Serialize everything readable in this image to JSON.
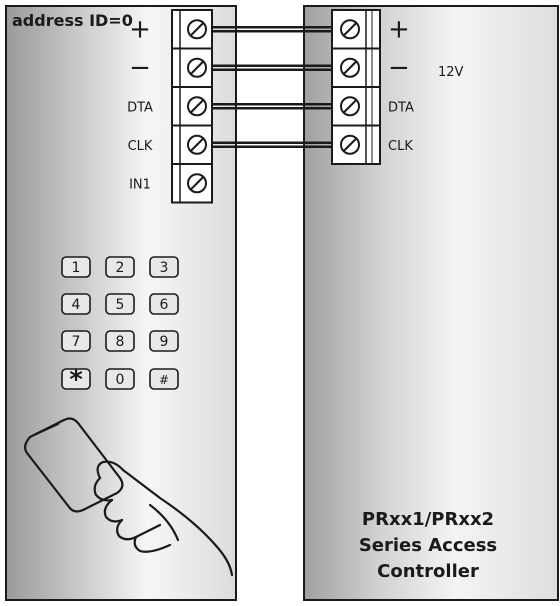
{
  "reader": {
    "address_label": "address ID=0",
    "terminals": [
      {
        "label": "+"
      },
      {
        "label": "−"
      },
      {
        "label": "DTA"
      },
      {
        "label": "CLK"
      },
      {
        "label": "IN1"
      }
    ],
    "keypad": {
      "rows": [
        [
          "1",
          "2",
          "3"
        ],
        [
          "4",
          "5",
          "6"
        ],
        [
          "7",
          "8",
          "9"
        ],
        [
          "*",
          "0",
          "#"
        ]
      ]
    }
  },
  "controller": {
    "terminals": [
      {
        "label": "+"
      },
      {
        "label": "−"
      },
      {
        "label": "DTA"
      },
      {
        "label": "CLK"
      }
    ],
    "voltage_label": "12V",
    "name_lines": [
      "PRxx1/PRxx2",
      "Series Access",
      "Controller"
    ]
  },
  "colors": {
    "panel_light": "#f4f4f4",
    "panel_dark": "#8a8a8a",
    "stroke": "#1a1a1a",
    "wire": "#1a1a1a"
  }
}
